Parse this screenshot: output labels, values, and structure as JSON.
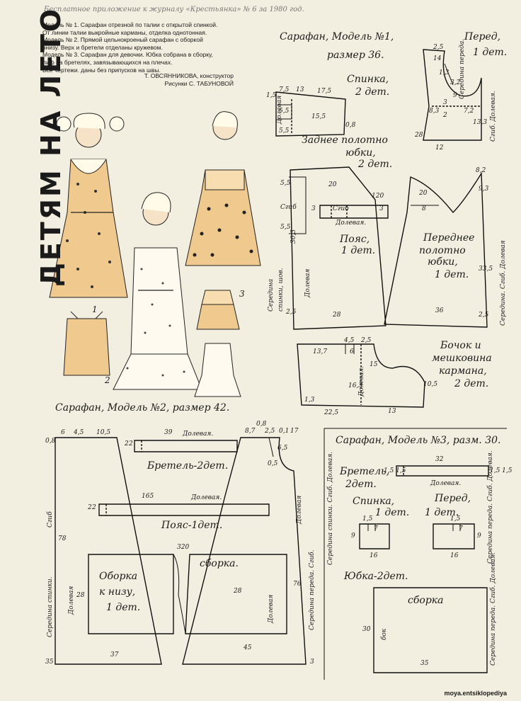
{
  "header": "Бесплатное приложение к журналу «Крестьянка» № 6 за 1980 год.",
  "vertical_title": "ДЕТЯМ НА ЛЕТО",
  "intro_lines": [
    "Модель № 1. Сарафан отрезной по талии с открытой спинкой.",
    "От линии талии выкройные карманы, отделка однотонная.",
    "Модель № 2. Прямой цельнокроеный сарафан с оборкой",
    "внизу. Верх и бретели отделаны кружевом.",
    "Модель № 3. Сарафан для девочки. Юбка собрана в сборку,",
    "лиф на бретелях, завязывающихся на плечах.",
    "Все чертежи. даны без припусков на швы."
  ],
  "credits": {
    "designer": "Т. ОВСЯННИКОВА, конструктор",
    "artist": "Рисунки С. ТАБУНОВОЙ"
  },
  "figures": {
    "n1": "1",
    "n2": "2",
    "n3": "3"
  },
  "model1": {
    "title_a": "Сарафан, Модель №1,",
    "title_b": "размер 36.",
    "front_title": "Перед,",
    "front_count": "1 дет.",
    "back_title": "Спинка,",
    "back_count": "2 дет.",
    "back_skirt_a": "Заднее полотно",
    "back_skirt_b": "юбки,",
    "back_skirt_c": "2 дет.",
    "belt_a": "Пояс,",
    "belt_b": "1 дет.",
    "front_skirt_a": "Переднее",
    "front_skirt_b": "полотно",
    "front_skirt_c": "юбки,",
    "front_skirt_d": "1 дет.",
    "side_a": "Бочок и",
    "side_b": "мешковина",
    "side_c": "кармана,",
    "side_d": "2 дет.",
    "fold": "Сгиб",
    "grain": "Долевая",
    "grain_dot": "Долевая.",
    "seam_back": "Середина",
    "seam_back2": "спинки, шов.",
    "front_center": "Середина передa. Сгиб.",
    "front_center2": "Сгиб. Долевая.",
    "front_center_top": "Середина переда.",
    "grain_skirt": "Долевая",
    "fold_grain_front": "Середина. Сгиб. Долевая",
    "nums": {
      "b75": "7,5",
      "b13": "13",
      "b175": "17,5",
      "b15": "1,5",
      "b55": "5,5",
      "b155": "15,5",
      "b08": "0,8",
      "b55b": "5,5",
      "f25": "2,5",
      "f14": "14",
      "f13": "1,3",
      "f83": "8,3",
      "f32": "3,2",
      "f9": "9",
      "f3": "3",
      "f2": "2",
      "f72": "7,2",
      "f133": "13,3",
      "f28": "28",
      "f12": "12",
      "s20": "20",
      "s55": "5,5",
      "s3": "3",
      "s55b": "5,5",
      "s303": "30,3",
      "s25": "2,5",
      "s28": "28",
      "s120": "120",
      "s3b": "3",
      "s82": "8,2",
      "s93": "9,3",
      "s8": "8",
      "s20b": "20",
      "s335": "33,5",
      "s25b": "2,5",
      "s36": "36",
      "p45": "4,5",
      "p25": "2,5",
      "p137": "13,7",
      "p6": "6",
      "p163": "16,3",
      "p13": "1,3",
      "p15": "15",
      "p225": "22,5",
      "p13b": "13",
      "p105": "10,5"
    }
  },
  "model2": {
    "title": "Сарафан, Модель №2, размер 42.",
    "strap": "Бретель-2дет.",
    "belt": "Пояс-1дет.",
    "frill_a": "Оборка",
    "frill_b": "к низу,",
    "frill_c": "1 дет.",
    "gather": "сборка.",
    "grain": "Долевая.",
    "fold": "Сгиб",
    "back_center": "Середина спинки.",
    "front_center": "Середина переда. Сгиб.",
    "grain_plain": "Долевая",
    "nums": {
      "n08": "0,8",
      "n6": "6",
      "n45": "4,5",
      "n105": "10,5",
      "n39": "39",
      "n2a": "2",
      "n2b": "2",
      "n87": "8,7",
      "n25": "2,5",
      "n01": "0,1",
      "n17": "17",
      "n08b": "0,8",
      "n05": "0,5",
      "n65": "6,5",
      "n165": "165",
      "n2c": "2",
      "n2d": "2",
      "n78": "78",
      "n320": "320",
      "n28": "28",
      "n37": "37",
      "n76": "76",
      "n45b": "45",
      "n35": "35",
      "n3": "3",
      "n28b": "28"
    }
  },
  "model3": {
    "title": "Сарафан, Модель №3, разм. 30.",
    "strap_a": "Бретель,",
    "strap_b": "2дет.",
    "grain": "Долевая.",
    "back_a": "Спинка,",
    "back_b": "1 дет.",
    "front_a": "Перед,",
    "front_b": "1 дет.",
    "skirt": "Юбка-2дет.",
    "gather": "сборка",
    "side": "бок",
    "back_center": "Середина спинки. Сгиб. Долевая.",
    "front_center": "Середина переда. Сгиб. Долевая.",
    "nums": {
      "n32": "32",
      "n1515a": "1,5 1,5",
      "n1515b": "1,5 1,5",
      "n15": "1,5",
      "n7": "7",
      "n9": "9",
      "n16": "16",
      "n15b": "1,5",
      "n7b": "7",
      "n9b": "9",
      "n16b": "16",
      "n30": "30",
      "n35": "35"
    }
  },
  "watermark": "moya.entsiklopediya"
}
